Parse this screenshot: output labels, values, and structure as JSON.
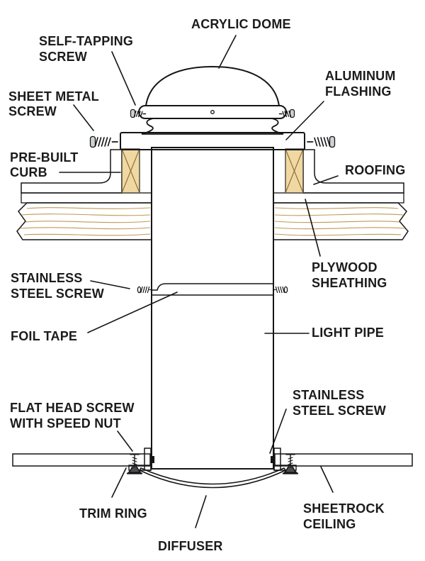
{
  "diagram": {
    "subject": "Tubular skylight installation cross-section",
    "labels": {
      "acrylic_dome": {
        "lines": [
          "ACRYLIC DOME"
        ]
      },
      "self_tapping_screw": {
        "lines": [
          "SELF-TAPPING",
          "SCREW"
        ]
      },
      "sheet_metal_screw": {
        "lines": [
          "SHEET METAL",
          "SCREW"
        ]
      },
      "pre_built_curb": {
        "lines": [
          "PRE-BUILT",
          "CURB"
        ]
      },
      "aluminum_flashing": {
        "lines": [
          "ALUMINUM",
          "FLASHING"
        ]
      },
      "roofing": {
        "lines": [
          "ROOFING"
        ]
      },
      "plywood_sheathing": {
        "lines": [
          "PLYWOOD",
          "SHEATHING"
        ]
      },
      "stainless_steel_screw_upper": {
        "lines": [
          "STAINLESS",
          "STEEL SCREW"
        ]
      },
      "foil_tape": {
        "lines": [
          "FOIL TAPE"
        ]
      },
      "light_pipe": {
        "lines": [
          "LIGHT PIPE"
        ]
      },
      "flat_head_screw": {
        "lines": [
          "FLAT HEAD SCREW",
          "WITH SPEED NUT"
        ]
      },
      "trim_ring": {
        "lines": [
          "TRIM RING"
        ]
      },
      "diffuser": {
        "lines": [
          "DIFFUSER"
        ]
      },
      "stainless_steel_screw_lower": {
        "lines": [
          "STAINLESS",
          "STEEL SCREW"
        ]
      },
      "sheetrock_ceiling": {
        "lines": [
          "SHEETROCK",
          "CEILING"
        ]
      }
    },
    "colors": {
      "outline": "#1b1b1b",
      "wood": "#f5e2b0",
      "wood_grain": "#bf9a55",
      "curb_wood": "#f0d8a2",
      "plywood": "#eed9a4",
      "roofing": "#5d6165",
      "dome_glass": "#e9f2f9",
      "metal_mid": "#b8bec5",
      "background": "#ffffff"
    }
  }
}
